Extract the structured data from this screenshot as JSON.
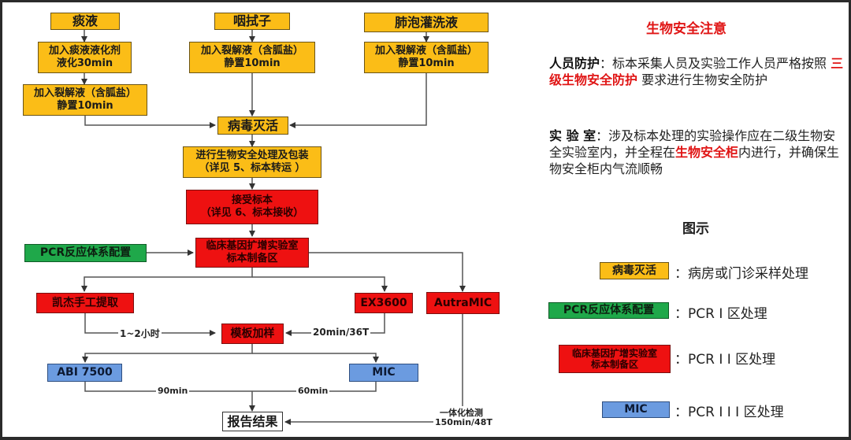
{
  "flowchart": {
    "sources": [
      {
        "label": "痰液"
      },
      {
        "label": "咽拭子"
      },
      {
        "label": "肺泡灌洗液"
      }
    ],
    "sputum_liquefy": {
      "line1": "加入痰液液化剂",
      "line2": "液化30min"
    },
    "sputum_lysis": {
      "line1": "加入裂解液（含胍盐）",
      "line2": "静置10min"
    },
    "swab_lysis": {
      "line1": "加入裂解液（含胍盐）",
      "line2": "静置10min"
    },
    "balf_lysis": {
      "line1": "加入裂解液（含胍盐）",
      "line2": "静置10min"
    },
    "inactivation": {
      "label": "病毒灭活"
    },
    "packaging": {
      "line1": "进行生物安全处理及包装",
      "line2": "（详见 5、标本转运 ）"
    },
    "receive": {
      "line1": "接受标本",
      "line2": "（详见 6、标本接收）"
    },
    "prep_area": {
      "line1": "临床基因扩增实验室",
      "line2": "标本制备区"
    },
    "pcr_config": {
      "label": "PCR反应体系配置"
    },
    "manual_extract": {
      "label": "凯杰手工提取"
    },
    "ex3600": {
      "label": "EX3600"
    },
    "autramic": {
      "label": "AutraMIC"
    },
    "template": {
      "label": "模板加样"
    },
    "abi7500": {
      "label": "ABI 7500"
    },
    "mic": {
      "label": "MIC"
    },
    "report": {
      "label": "报告结果"
    },
    "edge_labels": {
      "manual_time": "1~2小时",
      "ex_time": "20min/36T",
      "abi_time": "90min",
      "mic_time": "60min",
      "integrated_line1": "一体化检测",
      "integrated_line2": "150min/48T"
    }
  },
  "notes": {
    "title": "生物安全注意",
    "personnel": {
      "head": "人员防护",
      "text1": "：标本采集人员及实验工作人员严格按照",
      "highlight": "三级生物安全防护",
      "text2": "要求进行生物安全防护"
    },
    "lab": {
      "head": "实 验 室",
      "text1": "：涉及标本处理的实验操作应在二级生物安全实验室内，并全程在",
      "highlight": "生物安全柜",
      "text2": "内进行，并确保生物安全柜内气流顺畅"
    }
  },
  "legend": {
    "title": "图示",
    "items": [
      {
        "swatch": "病毒灭活",
        "desc": "：病房或门诊采样处理",
        "color": "#fbbd17"
      },
      {
        "swatch": "PCR反应体系配置",
        "desc": "：PCR I 区处理",
        "color": "#1fa84a"
      },
      {
        "swatch_line1": "临床基因扩增实验室",
        "swatch_line2": "标本制备区",
        "desc": "：PCR I I 区处理",
        "color": "#ee1111"
      },
      {
        "swatch": "MIC",
        "desc": "：PCR I I I 区处理",
        "color": "#6b9be0"
      }
    ]
  }
}
